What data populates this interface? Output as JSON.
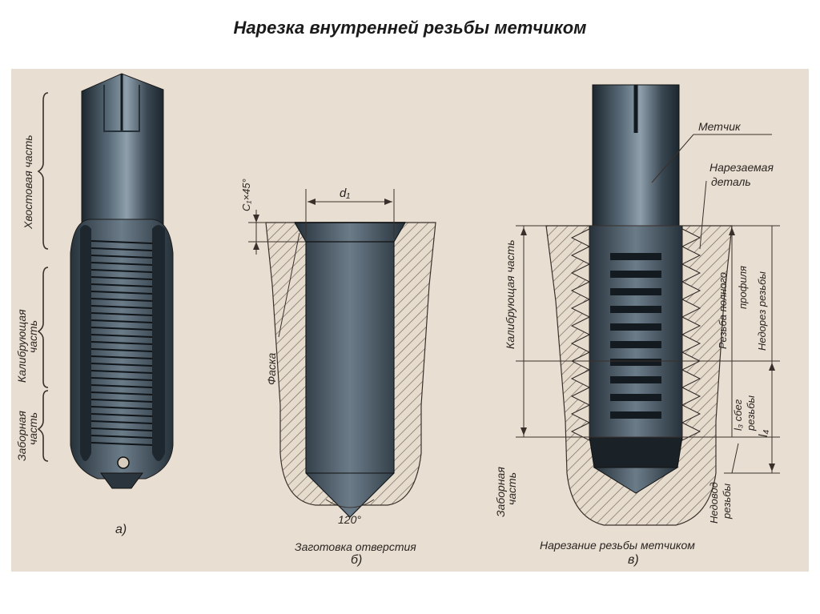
{
  "title": "Нарезка внутренней резьбы метчиком",
  "fig_a": {
    "label_tail": "Хвостовая часть",
    "label_calib_1": "Калибрующая",
    "label_calib_2": "часть",
    "label_intake_1": "Заборная",
    "label_intake_2": "часть",
    "caption": "а)"
  },
  "fig_b": {
    "label_chamfer_dim": "C₁×45°",
    "label_d1": "d₁",
    "label_facet": "Фаска",
    "label_angle": "120°",
    "caption_text": "Заготовка отверстия",
    "caption": "б)"
  },
  "fig_v": {
    "label_tap": "Метчик",
    "label_part_1": "Нарезаемая",
    "label_part_2": "деталь",
    "label_calib_1": "Калибрующая часть",
    "label_intake_1": "Заборная",
    "label_intake_2": "часть",
    "label_full_1": "Резьба полного",
    "label_full_2": "профиля",
    "label_undercut": "Недорез резьбы",
    "label_runout_1": "l₃ сбег",
    "label_runout_2": "резьбы",
    "label_l4": "l₄",
    "label_incomplete_1": "Недовод",
    "label_incomplete_2": "резьбы",
    "caption_text": "Нарезание резьбы метчиком",
    "caption": "в)"
  },
  "colors": {
    "paper": "#e8dfd2",
    "steel_dark": "#1f2a33",
    "steel_mid": "#3c4b57",
    "steel_light": "#7e8f9c",
    "ink": "#3a302b"
  }
}
